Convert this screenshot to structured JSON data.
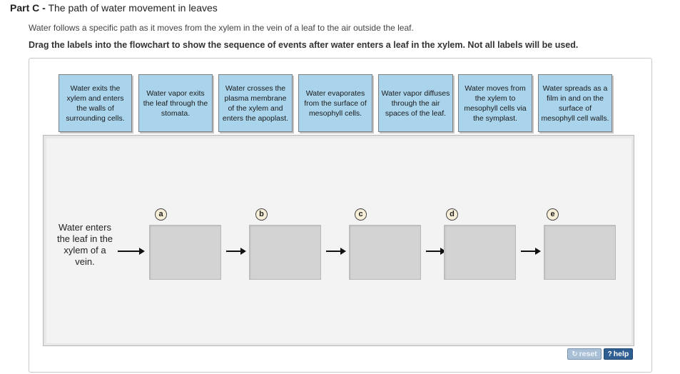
{
  "header": {
    "part_label": "Part C -",
    "part_title": "The path of water movement in leaves"
  },
  "intro_text": "Water follows a specific path as it moves from the xylem in the vein of a leaf to the air outside the leaf.",
  "instruction_text": "Drag the labels into the flowchart to show the sequence of events after water enters a leaf in the xylem. Not all labels will be used.",
  "labels": [
    "Water exits the xylem and enters the walls of surrounding cells.",
    "Water vapor exits the leaf through the stomata.",
    "Water crosses the plasma membrane of the xylem and enters the apoplast.",
    "Water evaporates from the surface of mesophyll cells.",
    "Water vapor diffuses through the air spaces of the leaf.",
    "Water moves from the xylem to mesophyll cells via the symplast.",
    "Water spreads as a film in and on the surface of mesophyll cell walls."
  ],
  "flowchart": {
    "start_text": "Water enters the leaf in the xylem of a vein.",
    "steps": [
      "a",
      "b",
      "c",
      "d",
      "e"
    ]
  },
  "buttons": {
    "reset_label": "reset",
    "reset_icon": "refresh-icon",
    "help_label": "help",
    "help_icon": "question-icon"
  }
}
